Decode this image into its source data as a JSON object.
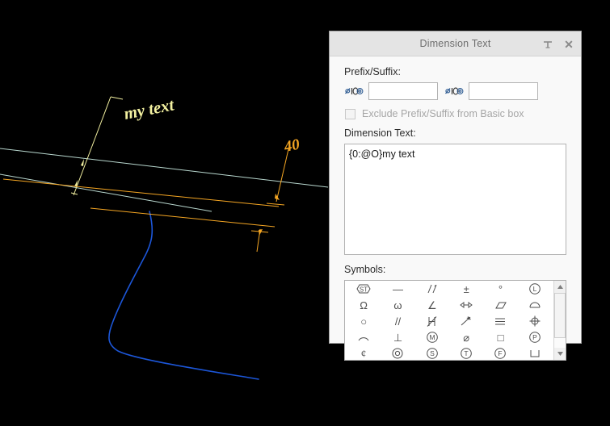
{
  "canvas": {
    "name": "cad-drawing-area",
    "background": "#000000",
    "annotations": [
      {
        "id": "my-text-dim",
        "text": "my text",
        "color": "#f2f0a0"
      },
      {
        "id": "forty-dim",
        "text": "40",
        "color": "#f5a623"
      }
    ],
    "colors": {
      "dim_yellow": "#f2f0a0",
      "dim_orange": "#f5a623",
      "geometry_teal": "#b9d8cf",
      "spline_blue": "#1c56d8"
    }
  },
  "panel": {
    "title": "Dimension Text",
    "titlebar": {
      "pin_icon": "auto-hide-pin-icon",
      "close_icon": "close-icon",
      "close_glyph": "✕"
    },
    "prefix_suffix": {
      "label": "Prefix/Suffix:",
      "prefix": {
        "icon": "dimension-symbol-icon",
        "icon_text": "⌀I0◎",
        "value": "",
        "placeholder": ""
      },
      "suffix": {
        "icon": "dimension-symbol-icon",
        "icon_text": "⌀I0◎",
        "value": "",
        "placeholder": ""
      }
    },
    "exclude_checkbox": {
      "label": "Exclude Prefix/Suffix from Basic box",
      "checked": false,
      "enabled": false
    },
    "dimension_text": {
      "label": "Dimension Text:",
      "value": "{0:@O}my text",
      "placeholder": ""
    },
    "symbols": {
      "label": "Symbols:",
      "grid": [
        {
          "name": "straightness-st-symbol",
          "glyph": "ST"
        },
        {
          "name": "straightness-line-symbol",
          "glyph": "—"
        },
        {
          "name": "profile-line-symbol",
          "glyph": "↗"
        },
        {
          "name": "plus-minus-symbol",
          "glyph": "±"
        },
        {
          "name": "degree-symbol",
          "glyph": "°"
        },
        {
          "name": "least-material-condition-symbol",
          "glyph": "L"
        },
        {
          "name": "omega-uppercase-symbol",
          "glyph": "Ω"
        },
        {
          "name": "omega-lowercase-symbol",
          "glyph": "ω"
        },
        {
          "name": "angularity-symbol",
          "glyph": "∠"
        },
        {
          "name": "between-symbol",
          "glyph": "◁–▷"
        },
        {
          "name": "parallelogram-symbol",
          "glyph": "▱"
        },
        {
          "name": "spherical-arc-symbol",
          "glyph": "⌒"
        },
        {
          "name": "circularity-symbol",
          "glyph": "○"
        },
        {
          "name": "parallelism-symbol",
          "glyph": "//"
        },
        {
          "name": "cylindricity-symbol",
          "glyph": "⌽"
        },
        {
          "name": "slope-arrow-symbol",
          "glyph": "↗"
        },
        {
          "name": "symmetry-symbol",
          "glyph": "≡"
        },
        {
          "name": "position-symbol",
          "glyph": "⊕"
        },
        {
          "name": "arc-length-symbol",
          "glyph": "⌒"
        },
        {
          "name": "perpendicularity-symbol",
          "glyph": "⊥"
        },
        {
          "name": "maximum-material-condition-symbol",
          "glyph": "M"
        },
        {
          "name": "diameter-symbol",
          "glyph": "⌀"
        },
        {
          "name": "square-symbol",
          "glyph": "□"
        },
        {
          "name": "projected-tolerance-zone-symbol",
          "glyph": "P"
        },
        {
          "name": "centerline-symbol",
          "glyph": "¢"
        },
        {
          "name": "concentricity-symbol",
          "glyph": "◎"
        },
        {
          "name": "statistical-tolerance-s-symbol",
          "glyph": "S"
        },
        {
          "name": "tangent-plane-symbol",
          "glyph": "T"
        },
        {
          "name": "free-state-symbol",
          "glyph": "F"
        },
        {
          "name": "counterbore-symbol",
          "glyph": "⊔"
        }
      ],
      "scrollbar": {
        "up_arrow": "scroll-up-arrow-icon",
        "down_arrow": "scroll-down-arrow-icon"
      }
    }
  }
}
